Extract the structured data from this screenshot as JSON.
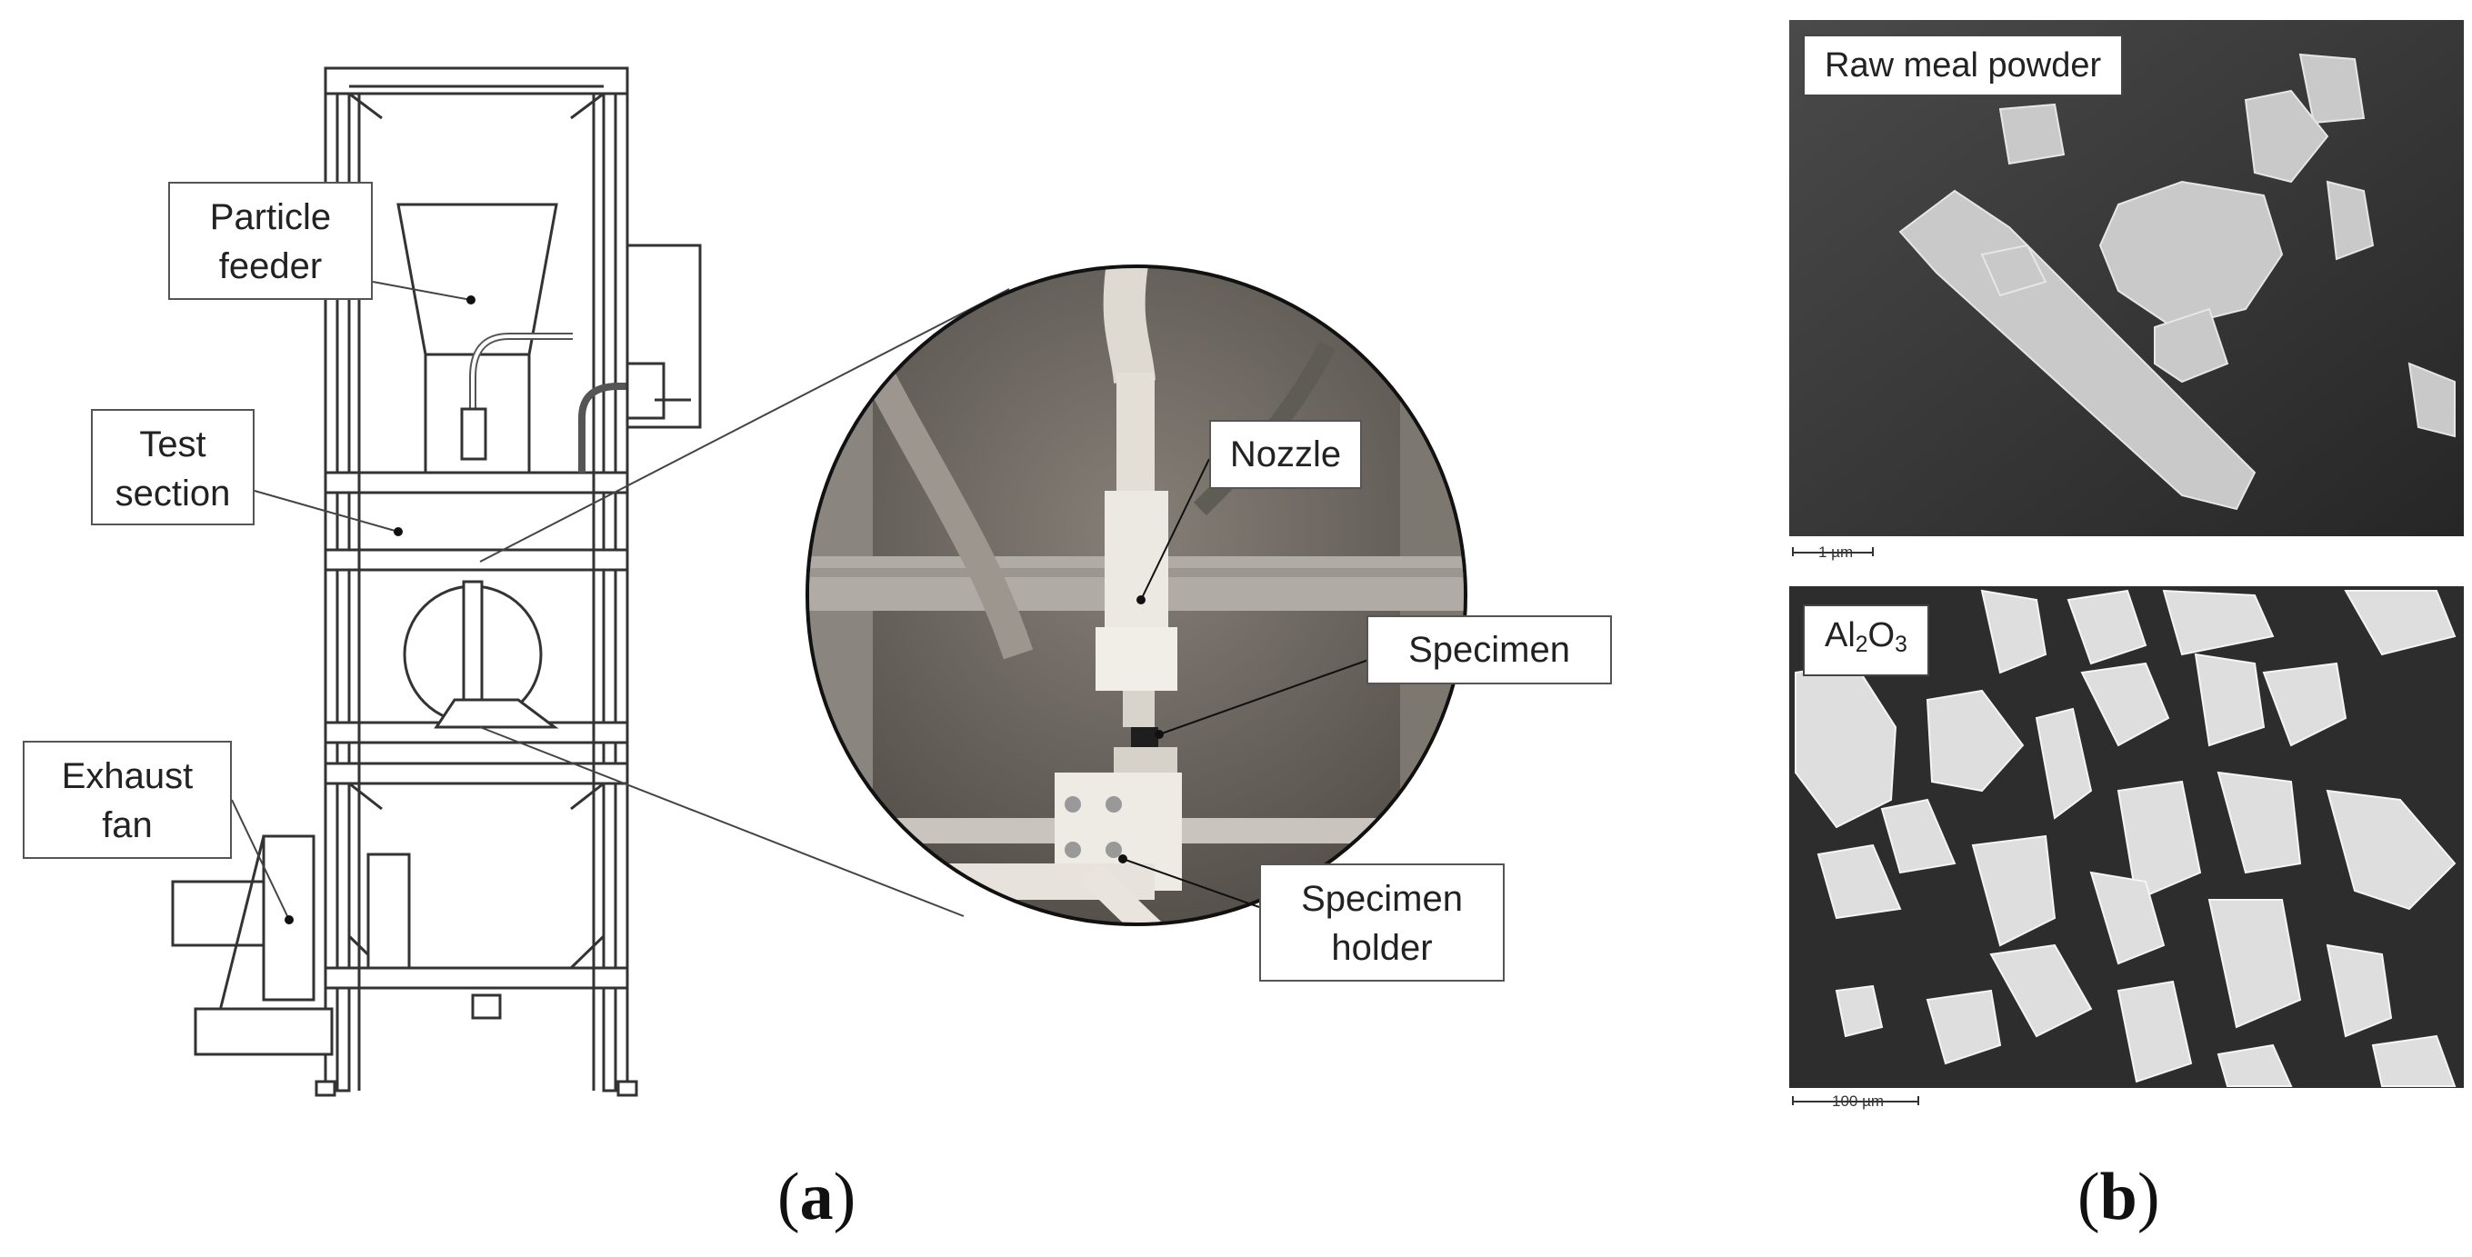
{
  "callouts": {
    "particle_feeder": [
      "Particle",
      "feeder"
    ],
    "test_section": [
      "Test",
      "section"
    ],
    "exhaust_fan": [
      "Exhaust",
      "fan"
    ],
    "nozzle": "Nozzle",
    "specimen": "Specimen",
    "specimen_holder": [
      "Specimen",
      "holder"
    ]
  },
  "sem": {
    "top_label": "Raw meal powder",
    "top_scale": "1 µm",
    "bottom_label_main": "Al",
    "bottom_label_sub1": "2",
    "bottom_label_mid": "O",
    "bottom_label_sub2": "3",
    "bottom_scale": "100 µm"
  },
  "panel_labels": {
    "a_open": "(",
    "a_letter": "a",
    "a_close": ")",
    "b_open": "(",
    "b_letter": "b",
    "b_close": ")"
  },
  "colors": {
    "frame_line": "#333333",
    "photo_bg": "#6f6a64",
    "sem_bg_top": "#3a3a3a",
    "sem_bg_bottom": "#2c2c2c",
    "particle": "#d9d9d9"
  }
}
